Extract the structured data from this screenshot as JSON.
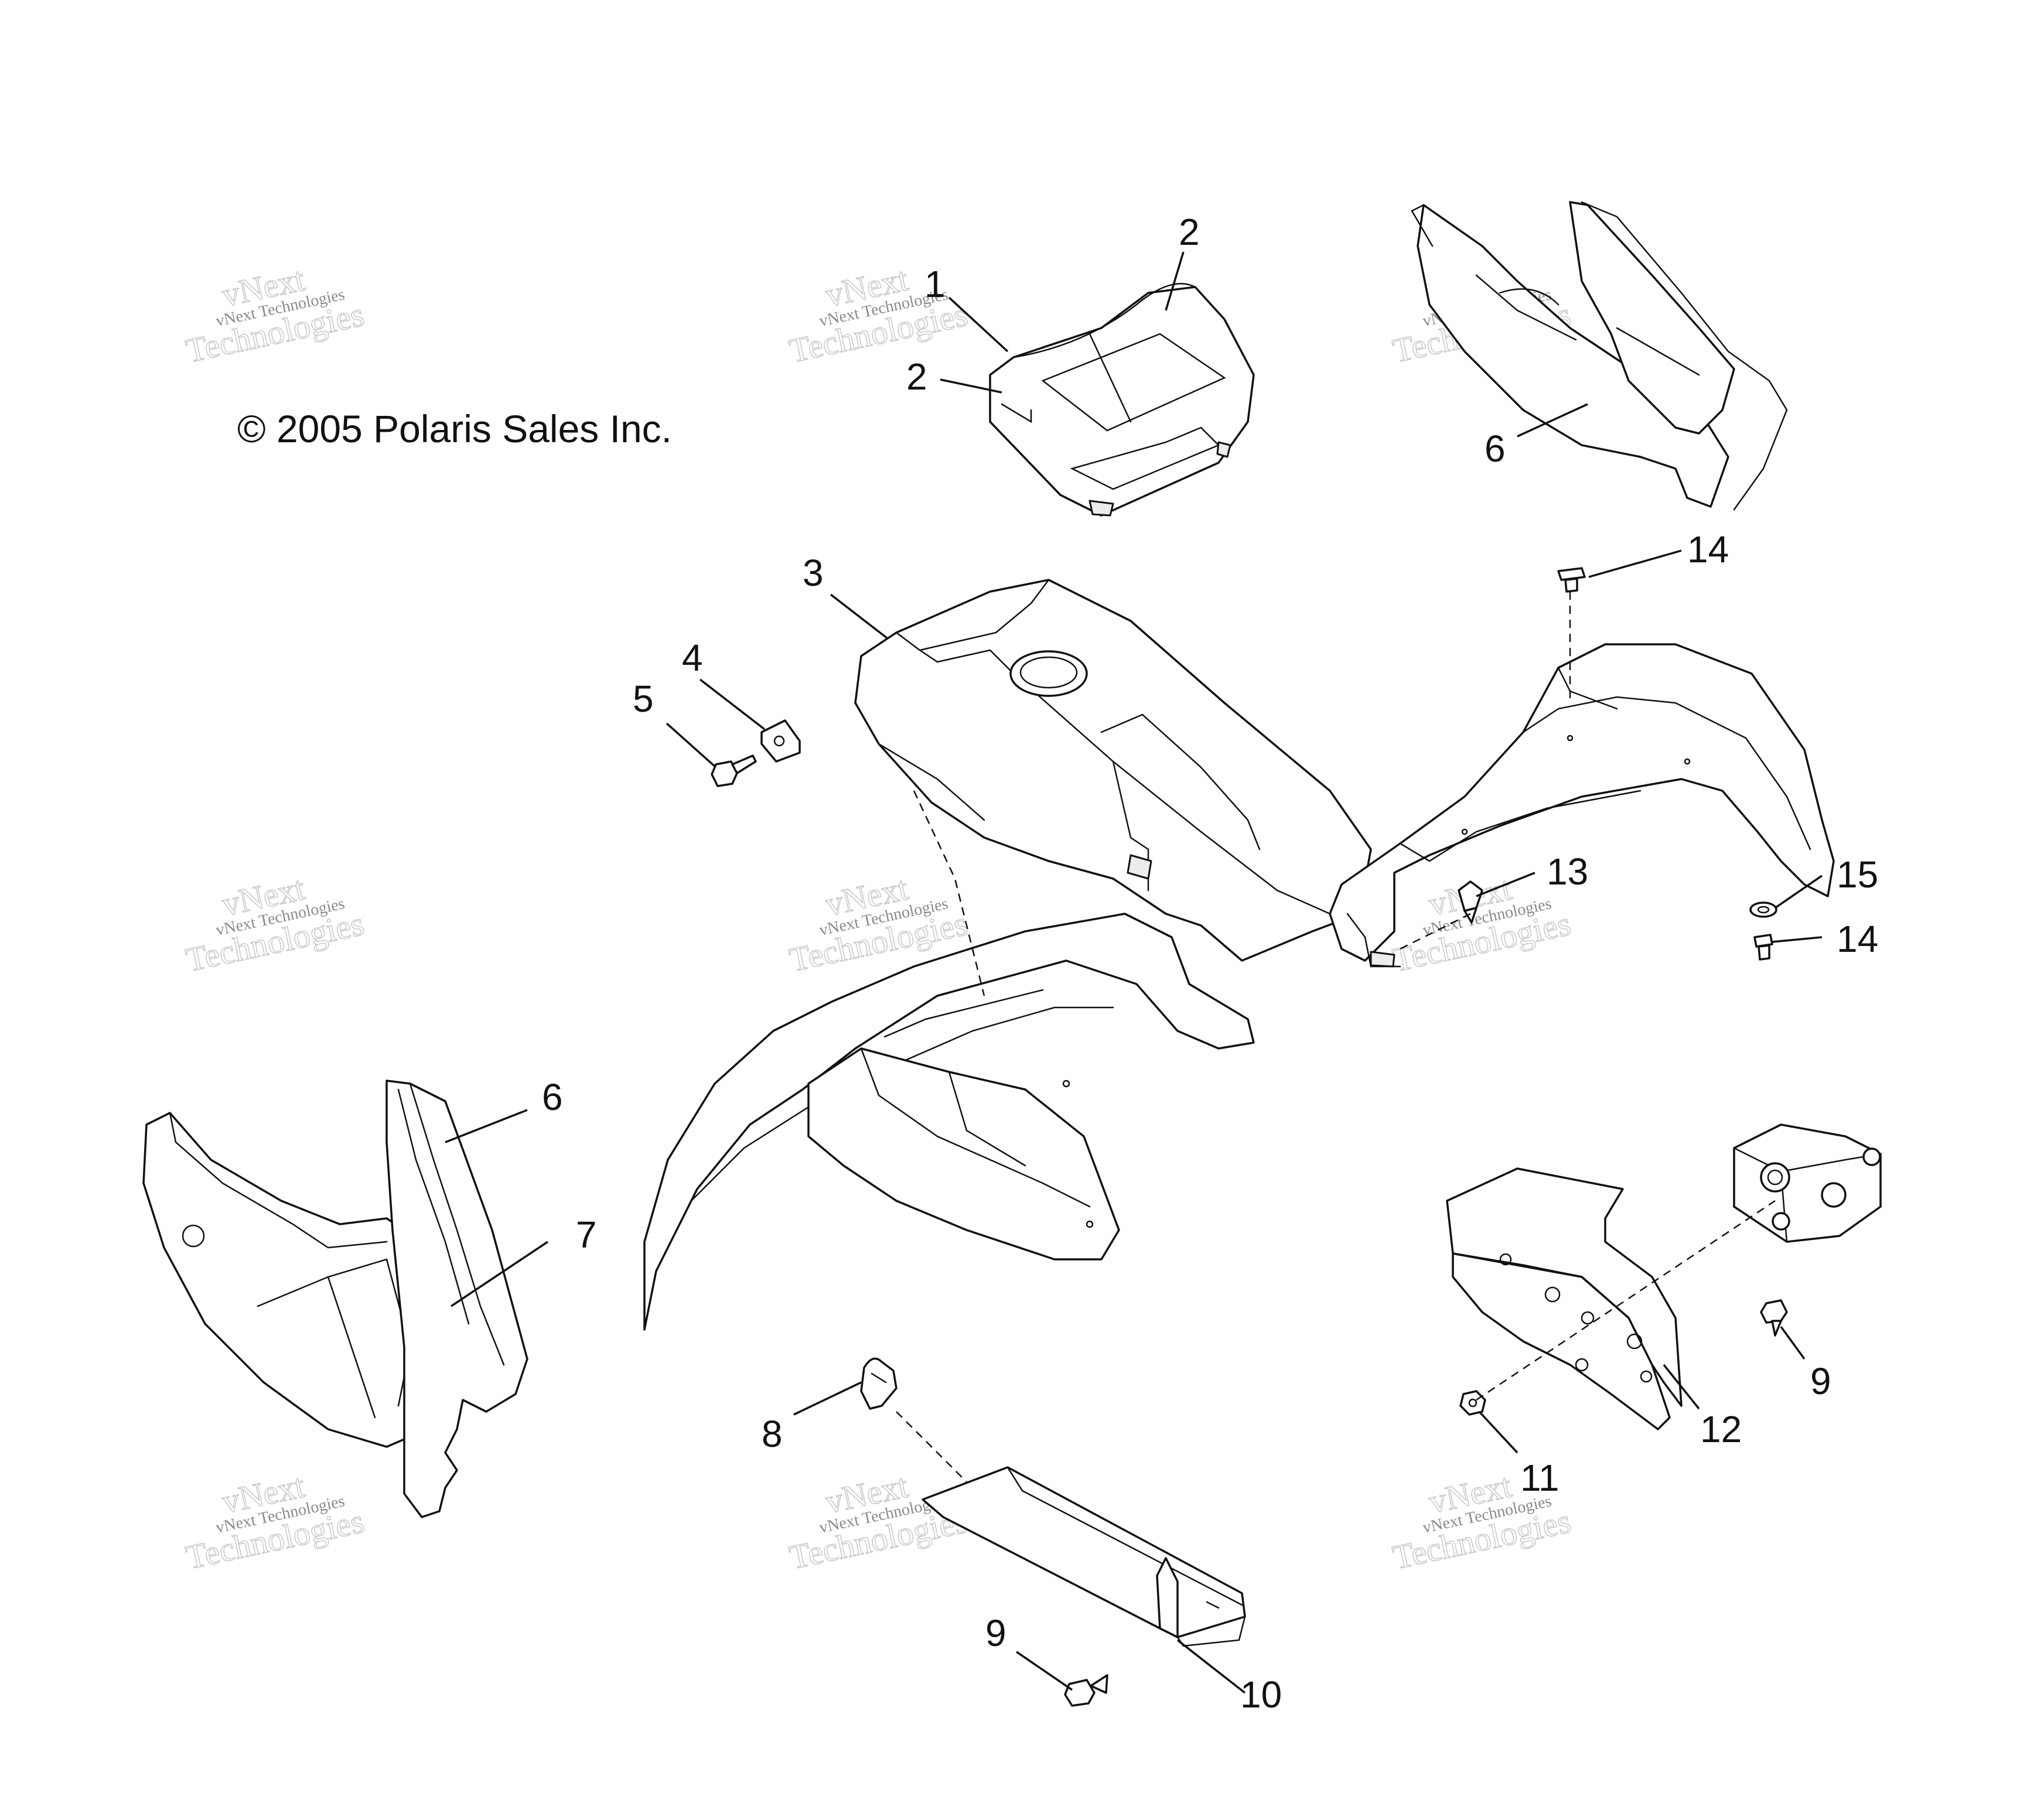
{
  "copyright": "© 2005 Polaris Sales Inc.",
  "watermark": {
    "brand": "vNext",
    "line1": "vNext Technologies",
    "line2": "Technologies"
  },
  "callouts": {
    "c1": "1",
    "c2a": "2",
    "c2b": "2",
    "c3": "3",
    "c4": "4",
    "c5": "5",
    "c6a": "6",
    "c6b": "6",
    "c7": "7",
    "c8": "8",
    "c9a": "9",
    "c9b": "9",
    "c10": "10",
    "c11": "11",
    "c12": "12",
    "c13": "13",
    "c14a": "14",
    "c14b": "14",
    "c15": "15"
  },
  "colors": {
    "line": "#111111",
    "background": "#ffffff",
    "watermark": "#c8c8c8"
  }
}
